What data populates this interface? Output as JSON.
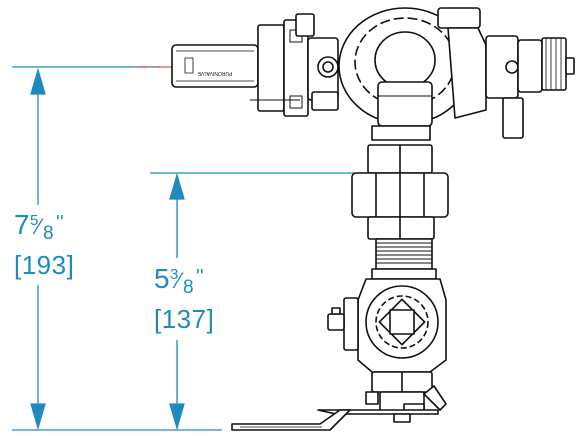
{
  "dimensions": [
    {
      "whole": "7",
      "numerator": "5",
      "denominator": "8",
      "inch_mark": "''",
      "metric": "[193]"
    },
    {
      "whole": "5",
      "numerator": "3",
      "denominator": "8",
      "inch_mark": "''",
      "metric": "[137]"
    }
  ],
  "colors": {
    "dimension": "#1f8ac0",
    "centerline": "#e0282d",
    "outline": "#111111"
  },
  "parts": [
    "backflow-preventer-body",
    "union-fitting",
    "ball-valve",
    "mounting-bracket"
  ]
}
